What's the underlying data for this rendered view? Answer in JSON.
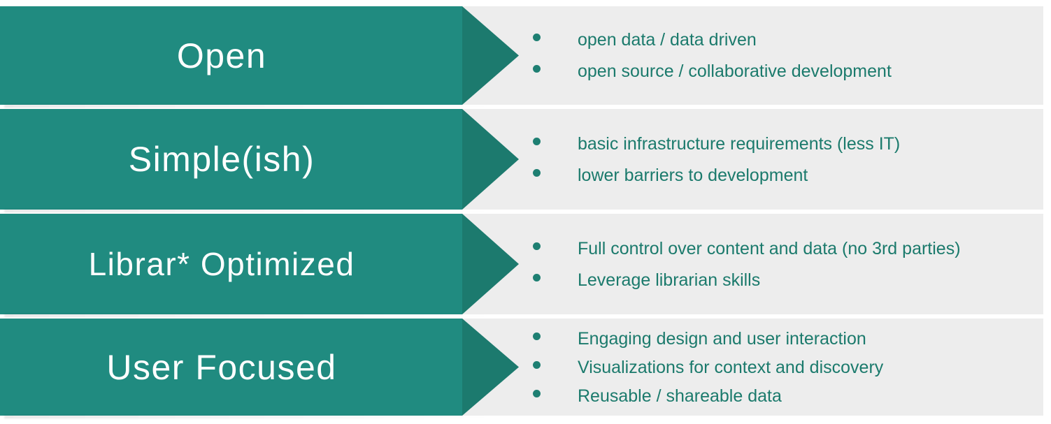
{
  "theme": {
    "chevron_body_color": "#208b80",
    "chevron_head_color": "#1c7a6e",
    "panel_color": "#ededed",
    "bullet_text_color": "#1b7a6c",
    "bullet_dot_color": "#1e7f72",
    "label_color": "#ffffff",
    "page_background": "#ffffff"
  },
  "diagram": {
    "type": "chevron-list",
    "rows": [
      {
        "label": "Open",
        "bullets": [
          "open data / data driven",
          "open source / collaborative development"
        ]
      },
      {
        "label": "Simple(ish)",
        "bullets": [
          "basic infrastructure requirements (less IT)",
          "lower barriers to development"
        ]
      },
      {
        "label": "Librar* Optimized",
        "bullets": [
          "Full control over content and data (no 3rd parties)",
          "Leverage librarian skills"
        ]
      },
      {
        "label": "User Focused",
        "bullets": [
          "Engaging design and user interaction",
          "Visualizations for context and discovery",
          "Reusable / shareable data"
        ]
      }
    ]
  }
}
